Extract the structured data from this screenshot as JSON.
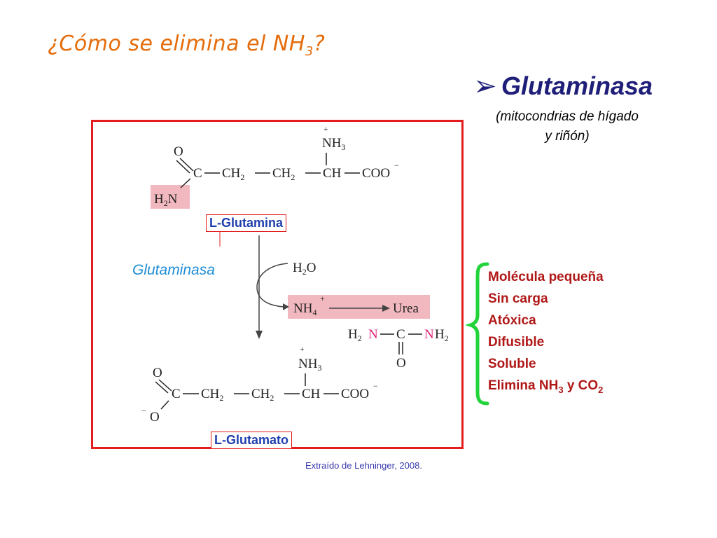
{
  "title": {
    "prefix": "¿Cómo se elimina el NH",
    "sub": "3",
    "suffix": "?"
  },
  "heading": {
    "bullet": "➢",
    "text": "Glutaminasa",
    "subtitle_line1": "(mitocondrias de hígado",
    "subtitle_line2": "y riñón)"
  },
  "diagram": {
    "substrate_label": "L-Glutamina",
    "product_label": "L-Glutamato",
    "enzyme_label": "Glutaminasa",
    "water": "H",
    "water_sub": "2",
    "water_o": "O",
    "ammonium": "NH",
    "ammonium_sub": "4",
    "urea": "Urea",
    "formula_o": "O",
    "formula_c": "C",
    "formula_ch2": "CH",
    "formula_ch": "CH",
    "formula_coo": "COO",
    "formula_nh3": "NH",
    "formula_h2n": "H",
    "formula_n": "N",
    "formula_minus": "−",
    "formula_plus": "+",
    "sub_2": "2",
    "sub_3": "3"
  },
  "properties": {
    "items": [
      "Molécula pequeña",
      "Sin carga",
      "Atóxica",
      "Difusible",
      "Soluble"
    ],
    "last_prefix": "Elimina NH",
    "last_sub1": "3",
    "last_mid": " y CO",
    "last_sub2": "2"
  },
  "source": "Extraído de Lehninger, 2008.",
  "colors": {
    "title": "#e46c0a",
    "heading": "#1f1f7a",
    "frame": "#e31d1d",
    "highlight": "#f2b8bf",
    "properties": "#b01818",
    "bracket": "#22d33a",
    "enzyme": "#1e8cd6",
    "pink_n": "#e0237a"
  }
}
